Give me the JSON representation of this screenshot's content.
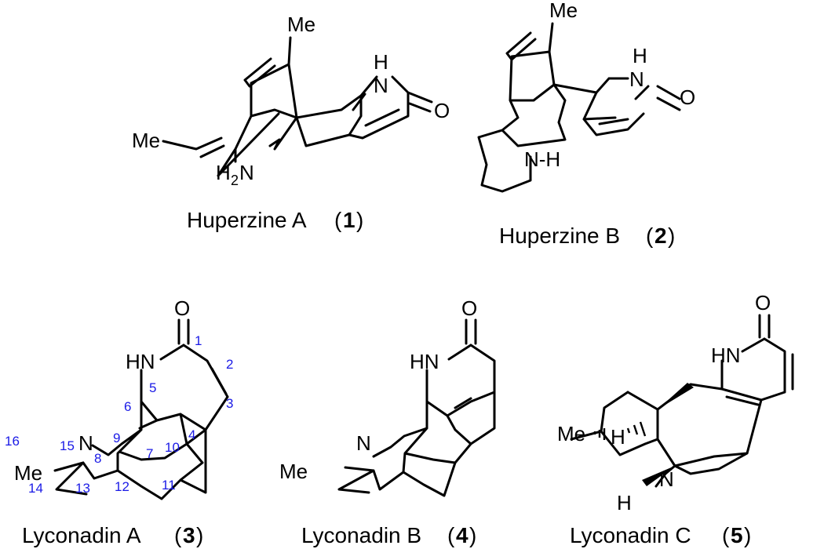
{
  "compounds": [
    {
      "name": "Huperzine A",
      "number": "1",
      "atom_labels": {
        "me_top": "Me",
        "nh_n": "N",
        "nh_h": "H",
        "carbonyl_o": "O",
        "me_left": "Me",
        "nh2_h": "H",
        "nh2_sub": "2",
        "nh2_n": "N"
      }
    },
    {
      "name": "Huperzine B",
      "number": "2",
      "atom_labels": {
        "me_top": "Me",
        "nh_h": "H",
        "nh_n": "N",
        "carbonyl_o": "O",
        "amine": "N-H"
      }
    },
    {
      "name": "Lyconadin A",
      "number": "3",
      "atom_labels": {
        "carbonyl_o": "O",
        "hn": "HN",
        "n": "N",
        "me": "Me"
      },
      "atom_numbers": [
        "1",
        "2",
        "3",
        "4",
        "5",
        "6",
        "7",
        "8",
        "9",
        "10",
        "11",
        "12",
        "13",
        "14",
        "15",
        "16"
      ]
    },
    {
      "name": "Lyconadin B",
      "number": "4",
      "atom_labels": {
        "carbonyl_o": "O",
        "hn": "HN",
        "n": "N",
        "me": "Me"
      }
    },
    {
      "name": "Lyconadin C",
      "number": "5",
      "atom_labels": {
        "carbonyl_o": "O",
        "hn": "HN",
        "me": "Me",
        "h_left": "H",
        "n": "N",
        "h_bottom": "H"
      }
    }
  ]
}
